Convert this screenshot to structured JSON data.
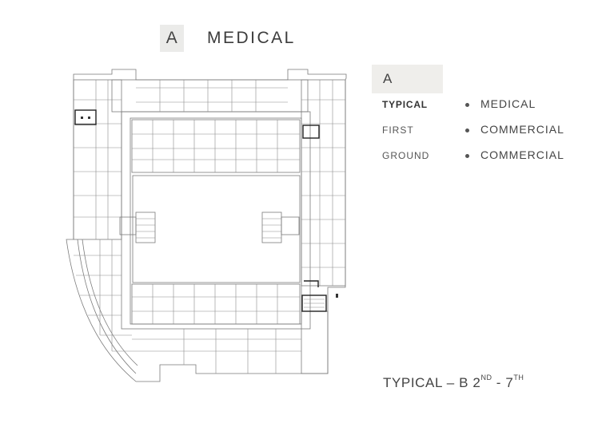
{
  "header": {
    "block_letter": "A",
    "title": "MEDICAL"
  },
  "legend": {
    "block_letter": "A",
    "rows": [
      {
        "floor": "TYPICAL",
        "use": "MEDICAL"
      },
      {
        "floor": "FIRST",
        "use": "COMMERCIAL"
      },
      {
        "floor": "GROUND",
        "use": "COMMERCIAL"
      }
    ]
  },
  "footer": {
    "prefix": "TYPICAL – B 2",
    "start_sup": "ND",
    "separator": " - 7",
    "end_sup": "TH"
  },
  "colors": {
    "line": "#6f6f6f",
    "badge_bg": "#ebebe9",
    "text": "#3a3a3a"
  }
}
